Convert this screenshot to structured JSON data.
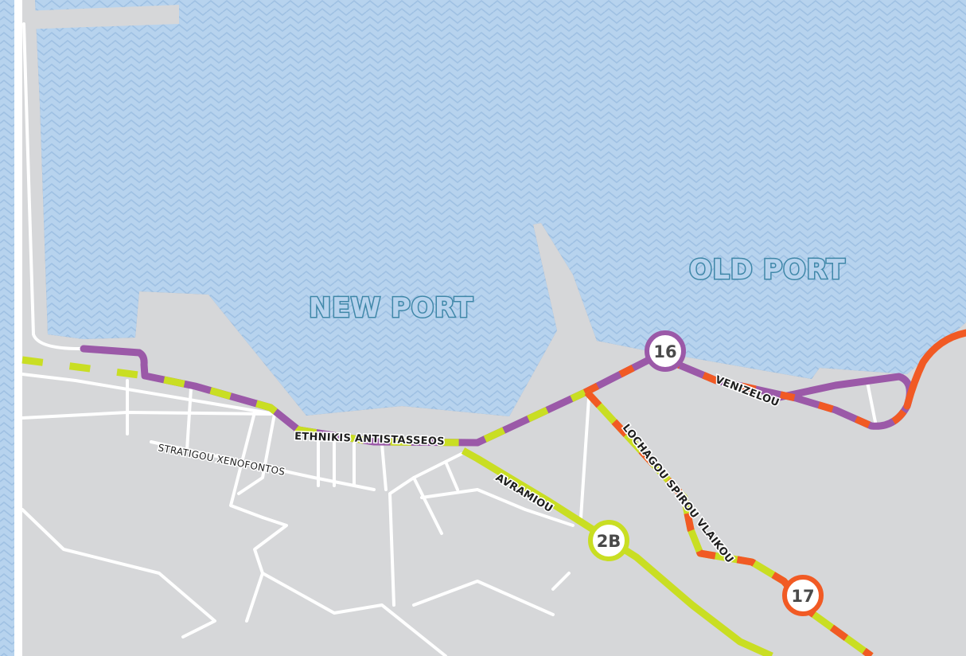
{
  "areas": {
    "new_port": "NEW PORT",
    "old_port": "OLD PORT"
  },
  "streets": {
    "ethnikis": "ETHNIKIS ANTISTASSEOS",
    "stratigou": "STRATIGOU XENOFONTOS",
    "venizelou": "VENIZELOU",
    "lochagou": "LOCHAGOU SPIROU VLAIKOU",
    "avramiou": "AVRAMIOU"
  },
  "stops": {
    "s16": {
      "label": "16",
      "color": "#9b59a8"
    },
    "s2b": {
      "label": "2B",
      "color": "#c9de23"
    },
    "s17": {
      "label": "17",
      "color": "#f15a24"
    }
  },
  "colors": {
    "sea": "#b7d3ee",
    "land": "#d6d7d9",
    "route_purple": "#9b59a8",
    "route_green": "#c9de23",
    "route_orange": "#f15a24"
  }
}
